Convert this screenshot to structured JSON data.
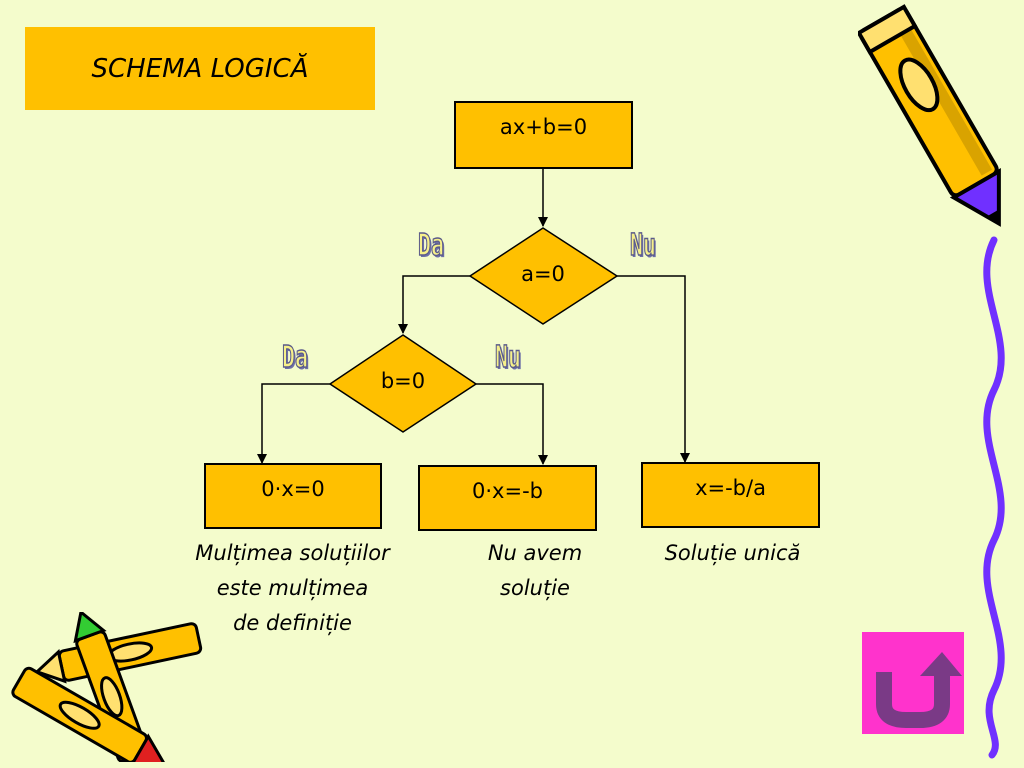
{
  "slide": {
    "title": "SCHEMA LOGICĂ",
    "background_color": "#f4fccc",
    "accent_color": "#ffc000"
  },
  "flowchart": {
    "start": "ax+b=0",
    "decision_a": {
      "label": "a=0",
      "yes": "Da",
      "no": "Nu"
    },
    "decision_b": {
      "label": "b=0",
      "yes": "Da",
      "no": "Nu"
    },
    "result_1": "0·x=0",
    "result_2": "0·x=-b",
    "result_3": "x=-b/a",
    "caption_1": [
      "Mulțimea soluțiilor",
      "este mulțimea",
      "de definiție"
    ],
    "caption_2": [
      "Nu avem",
      "soluție"
    ],
    "caption_3": [
      "Soluție unică"
    ]
  },
  "navigation": {
    "return_icon": "return-u-arrow-icon",
    "return_button_color": "#ff33cc"
  },
  "decorations": {
    "pencil_icon": "pencil-icon",
    "crayons_icon": "crayons-icon"
  }
}
